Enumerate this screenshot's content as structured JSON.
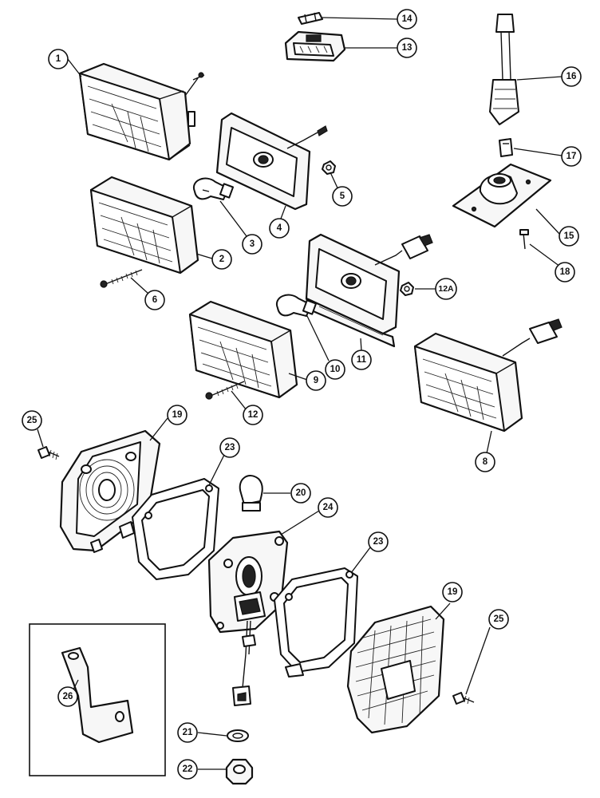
{
  "callouts": [
    {
      "id": "c1",
      "label": "1"
    },
    {
      "id": "c2",
      "label": "2"
    },
    {
      "id": "c3",
      "label": "3"
    },
    {
      "id": "c4",
      "label": "4"
    },
    {
      "id": "c5",
      "label": "5"
    },
    {
      "id": "c6",
      "label": "6"
    },
    {
      "id": "c8",
      "label": "8"
    },
    {
      "id": "c9",
      "label": "9"
    },
    {
      "id": "c10",
      "label": "10"
    },
    {
      "id": "c11",
      "label": "11"
    },
    {
      "id": "c12",
      "label": "12"
    },
    {
      "id": "c12a",
      "label": "12A"
    },
    {
      "id": "c13",
      "label": "13"
    },
    {
      "id": "c14",
      "label": "14"
    },
    {
      "id": "c15",
      "label": "15"
    },
    {
      "id": "c16",
      "label": "16"
    },
    {
      "id": "c17",
      "label": "17"
    },
    {
      "id": "c18",
      "label": "18"
    },
    {
      "id": "c19a",
      "label": "19"
    },
    {
      "id": "c19b",
      "label": "19"
    },
    {
      "id": "c20",
      "label": "20"
    },
    {
      "id": "c21",
      "label": "21"
    },
    {
      "id": "c22",
      "label": "22"
    },
    {
      "id": "c23a",
      "label": "23"
    },
    {
      "id": "c23b",
      "label": "23"
    },
    {
      "id": "c24",
      "label": "24"
    },
    {
      "id": "c25a",
      "label": "25"
    },
    {
      "id": "c25b",
      "label": "25"
    },
    {
      "id": "c26",
      "label": "26"
    }
  ]
}
